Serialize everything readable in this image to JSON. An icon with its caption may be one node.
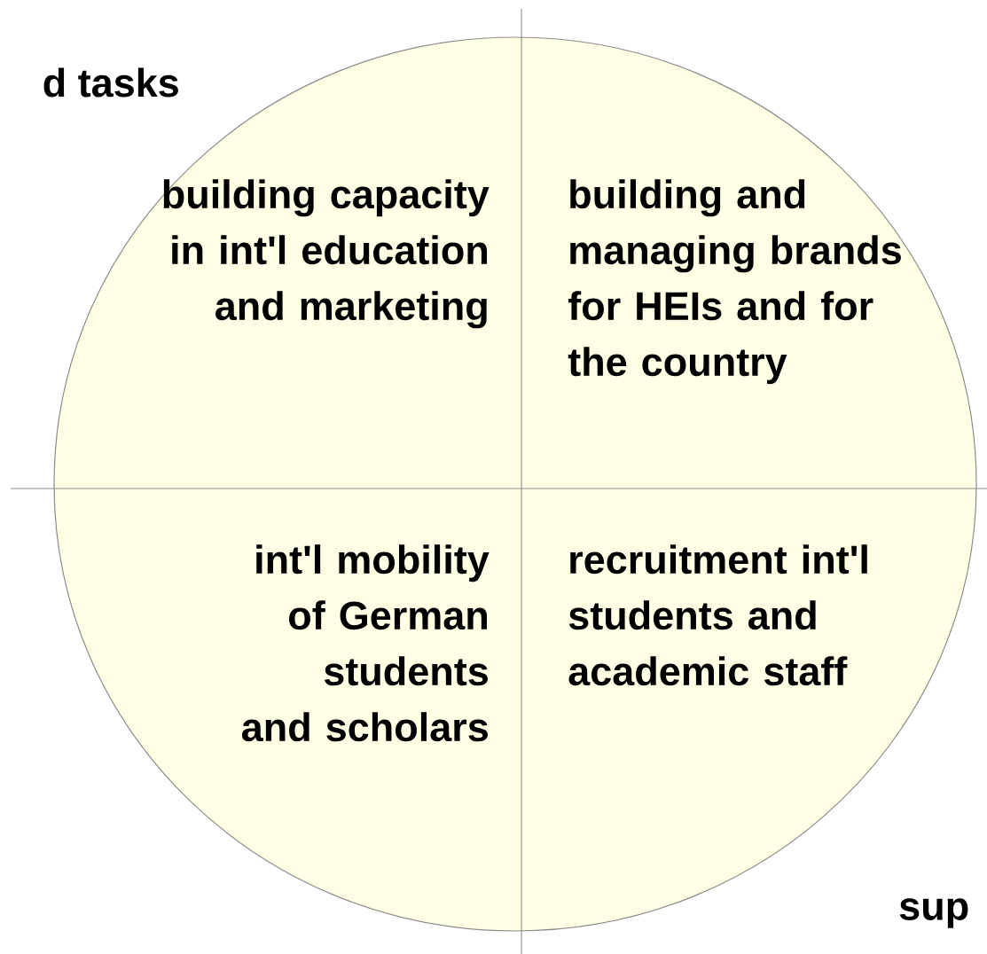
{
  "diagram": {
    "nodes": [
      {
        "text": [
          "building capacity in int'l education and marketing",
          "building and managing brands for HEIs and for the country",
          "int'l mobility of German students and scholars",
          "recruitment int'l students and academic staff"
        ]
      }
    ],
    "labels": [
      "d tasks",
      "sup"
    ]
  }
}
